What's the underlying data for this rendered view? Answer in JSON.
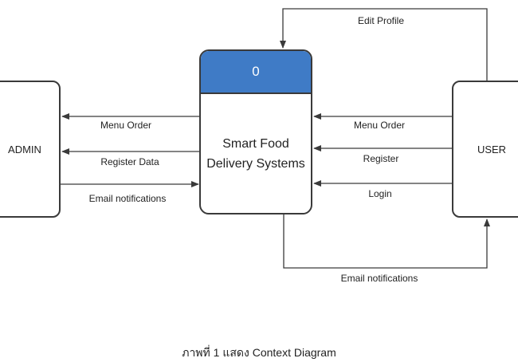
{
  "entities": {
    "admin": "ADMIN",
    "user": "USER"
  },
  "process": {
    "number": "0",
    "name": "Smart Food\nDelivery Systems"
  },
  "flows": {
    "admin_menu_order": "Menu Order",
    "admin_register_data": "Register Data",
    "admin_email_notifications": "Email notifications",
    "user_menu_order": "Menu Order",
    "user_register": "Register",
    "user_login": "Login",
    "edit_profile": "Edit Profile",
    "user_email_notifications": "Email notifications"
  },
  "caption": "ภาพที่ 1 แสดง Context Diagram",
  "colors": {
    "process_header": "#3f7bc6",
    "line": "#3a3a3a"
  }
}
